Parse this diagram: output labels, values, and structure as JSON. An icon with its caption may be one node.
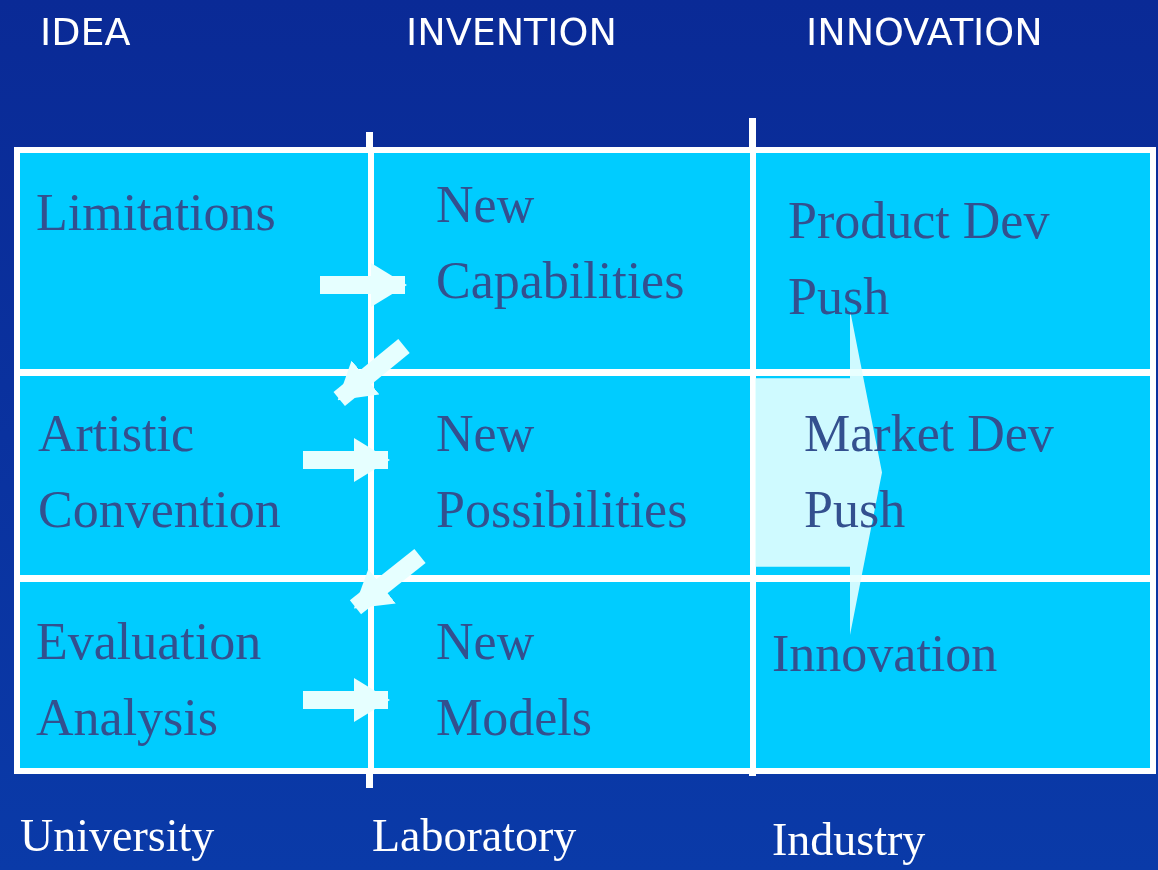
{
  "diagram": {
    "nodes": [
      {
        "text": [
          "Limitations"
        ]
      },
      {
        "text": [
          "New Capabilities"
        ]
      },
      {
        "text": [
          "Product Dev Push"
        ]
      },
      {
        "text": [
          "Artistic Convention"
        ]
      },
      {
        "text": [
          "New Possibilities"
        ]
      },
      {
        "text": [
          "Market Dev Push"
        ]
      },
      {
        "text": [
          "Evaluation Analysis"
        ]
      },
      {
        "text": [
          "New Models"
        ]
      },
      {
        "text": [
          "Innovation"
        ]
      }
    ],
    "edges": [
      {
        "from": 0,
        "to": 1,
        "arrow": "to"
      },
      {
        "from": 1,
        "to": 3,
        "arrow": "to"
      },
      {
        "from": 3,
        "to": 4,
        "arrow": "to"
      },
      {
        "from": 4,
        "to": 6,
        "arrow": "to"
      },
      {
        "from": 6,
        "to": 7,
        "arrow": "to"
      },
      {
        "from": 2,
        "to": 8,
        "arrow": "to",
        "style": "thick"
      }
    ],
    "labels": [
      "IDEA",
      "INVENTION",
      "INNOVATION",
      "University",
      "Laboratory",
      "Industry"
    ]
  }
}
